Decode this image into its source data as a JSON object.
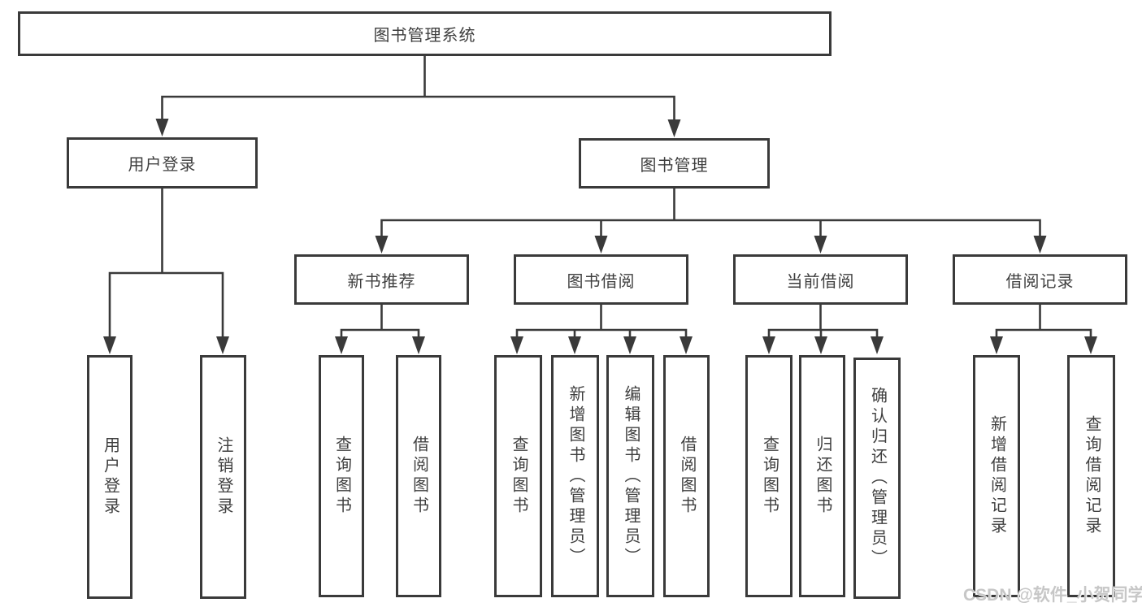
{
  "colors": {
    "line": "#3a3a3a",
    "node_border": "#3a3a3a",
    "node_fill": "#ffffff",
    "text": "#3f3f3f",
    "watermark_text": "#c7c7c7"
  },
  "watermark": "CSDN @软件_小贺同学",
  "tree": {
    "root": "图书管理系统",
    "branches": [
      {
        "label": "用户登录",
        "children": [
          "用户登录",
          "注销登录"
        ]
      },
      {
        "label": "图书管理",
        "sections": [
          {
            "label": "新书推荐",
            "children": [
              "查询图书",
              "借阅图书"
            ]
          },
          {
            "label": "图书借阅",
            "children": [
              "查询图书",
              "新增图书（管理员）",
              "编辑图书（管理员）",
              "借阅图书"
            ]
          },
          {
            "label": "当前借阅",
            "children": [
              "查询图书",
              "归还图书",
              "确认归还（管理员）"
            ]
          },
          {
            "label": "借阅记录",
            "children": [
              "新增借阅记录",
              "查询借阅记录"
            ]
          }
        ]
      }
    ]
  }
}
